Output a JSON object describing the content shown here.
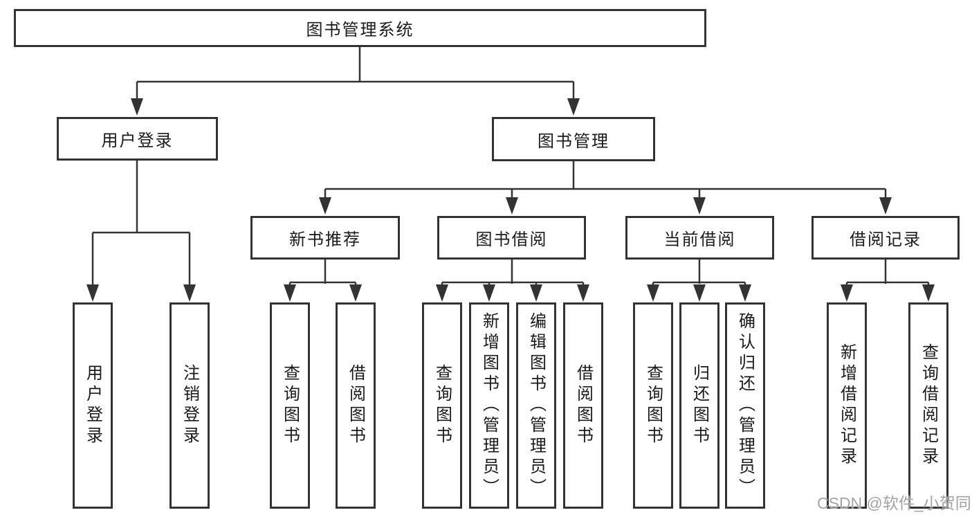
{
  "tree": {
    "label": "图书管理系统",
    "children": [
      {
        "label": "用户登录",
        "children": [
          {
            "label": "用户登录"
          },
          {
            "label": "注销登录"
          }
        ]
      },
      {
        "label": "图书管理",
        "children": [
          {
            "label": "新书推荐",
            "children": [
              {
                "label": "查询图书"
              },
              {
                "label": "借阅图书"
              }
            ]
          },
          {
            "label": "图书借阅",
            "children": [
              {
                "label": "查询图书"
              },
              {
                "label": "新增图书（管理员）"
              },
              {
                "label": "编辑图书（管理员）"
              },
              {
                "label": "借阅图书"
              }
            ]
          },
          {
            "label": "当前借阅",
            "children": [
              {
                "label": "查询图书"
              },
              {
                "label": "归还图书"
              },
              {
                "label": "确认归还（管理员）"
              }
            ]
          },
          {
            "label": "借阅记录",
            "children": [
              {
                "label": "新增借阅记录"
              },
              {
                "label": "查询借阅记录"
              }
            ]
          }
        ]
      }
    ]
  },
  "watermark": {
    "text": "CSDN @软件_小贺同学"
  },
  "colors": {
    "line": "#333333",
    "box_border": "#333333",
    "text": "#1a1a1a",
    "background": "#ffffff",
    "watermark": "#a3a3a3"
  }
}
